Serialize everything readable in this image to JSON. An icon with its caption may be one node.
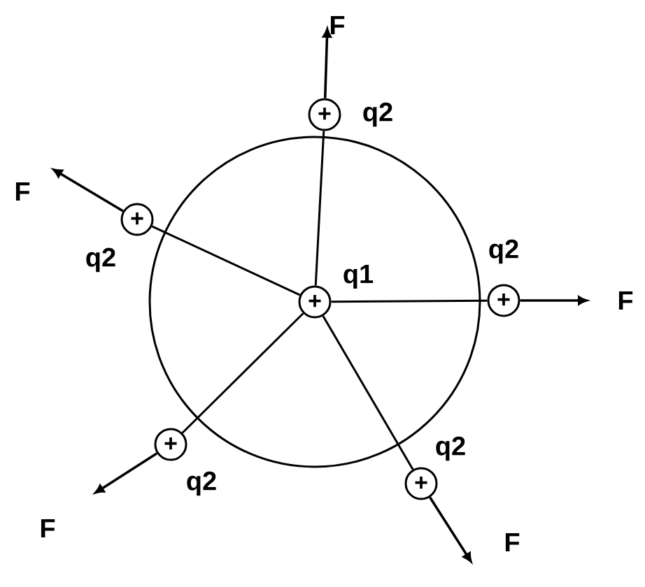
{
  "diagram": {
    "nodes": [
      {
        "text": [
          "+"
        ],
        "beside": [
          "q2"
        ]
      },
      {
        "text": [
          "+"
        ],
        "beside": [
          "q2"
        ]
      },
      {
        "text": [
          "+"
        ],
        "beside": [
          "q1"
        ]
      },
      {
        "text": [
          "+"
        ],
        "beside": [
          "q2"
        ]
      },
      {
        "text": [
          "+"
        ],
        "beside": [
          "q2"
        ]
      },
      {
        "text": [
          "+"
        ],
        "beside": [
          "q2"
        ]
      }
    ],
    "edges": [
      {
        "from": 2,
        "to": 0,
        "arrow": "none"
      },
      {
        "from": 2,
        "to": 1,
        "arrow": "none"
      },
      {
        "from": 2,
        "to": 3,
        "arrow": "none"
      },
      {
        "from": 2,
        "to": 4,
        "arrow": "none"
      },
      {
        "from": 2,
        "to": 5,
        "arrow": "none"
      }
    ],
    "labels": [
      "F",
      "F",
      "F",
      "F",
      "F"
    ]
  }
}
